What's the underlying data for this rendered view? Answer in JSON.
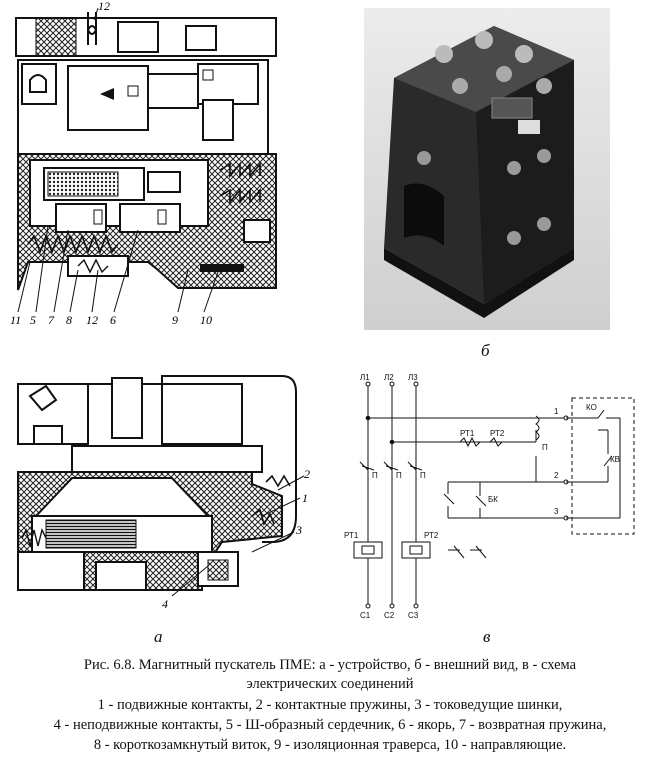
{
  "figure": {
    "panel_labels": {
      "a": "а",
      "b": "б",
      "v": "в"
    },
    "drawing_a_top_numbers": [
      "11",
      "5",
      "7",
      "8",
      "12",
      "6",
      "9",
      "10"
    ],
    "drawing_a_top_num12_top": "12",
    "drawing_a_bottom_numbers": [
      "2",
      "1",
      "3",
      "4"
    ],
    "schematic": {
      "phases": [
        "Л1",
        "Л2",
        "Л3"
      ],
      "outputs": [
        "С1",
        "С2",
        "С3"
      ],
      "relays": [
        "РТ1",
        "РТ2",
        "РТ1",
        "РТ2"
      ],
      "contacts": [
        "П",
        "П",
        "П",
        "П"
      ],
      "nodes": [
        "1",
        "2",
        "3"
      ],
      "ko": "КО",
      "kv": "КВ",
      "bk": "БК"
    },
    "caption_lines": [
      "Рис. 6.8. Магнитный пускатель ПМЕ: а - устройство, б - внешний вид, в - схема",
      "электрических соединений",
      "1 - подвижные контакты, 2 - контактные пружины, 3 - токоведущие шинки,",
      "4 - неподвижные контакты, 5 - Ш-образный сердечник, 6 - якорь, 7 - возвратная пружина,",
      "8 - короткозамкнутый виток, 9 - изоляционная траверса, 10 - направляющие."
    ]
  }
}
